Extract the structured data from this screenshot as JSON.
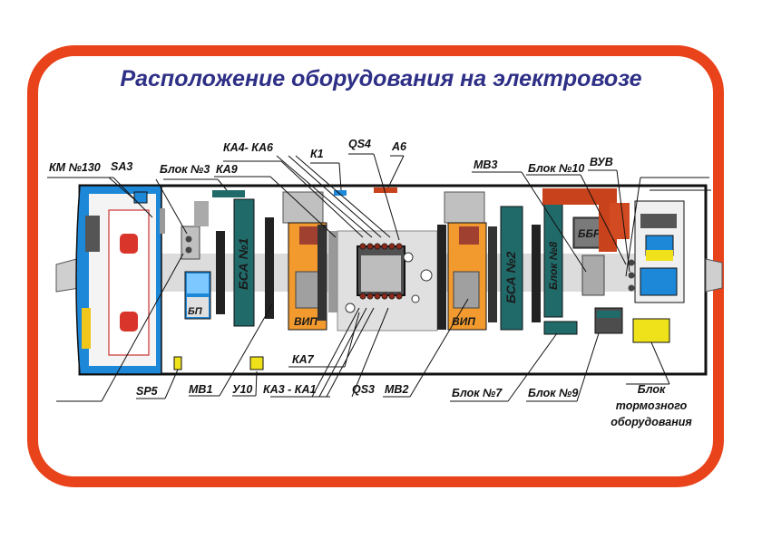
{
  "title": "Расположение оборудования на электровозе",
  "colors": {
    "frame": "#e8431a",
    "title": "#2e2f86",
    "cab": "#1e88d8",
    "bsa": "#206a6a",
    "vip": "#f29a2e",
    "yellow": "#f0e21a",
    "brown": "#c8421c"
  },
  "labels": {
    "km130": "КМ №130",
    "sa3": "SA3",
    "blok3": "Блок №3",
    "ka9": "КА9",
    "ka4_ka6": "КА4- КА6",
    "k1": "К1",
    "qs4": "QS4",
    "a6": "А6",
    "mv3": "МВ3",
    "blok10": "Блок №10",
    "vuv": "ВУВ",
    "sp5": "SP5",
    "mv1": "МВ1",
    "u10": "У10",
    "ka3_ka1": "КА3 - КА1",
    "qs3": "QS3",
    "mv2": "МВ2",
    "ka7": "КА7",
    "blok7": "Блок №7",
    "blok9": "Блок №9",
    "blok_torm_1": "Блок",
    "blok_torm_2": "тормозного",
    "blok_torm_3": "оборудования"
  },
  "inner_labels": {
    "bsa1": "БСА №1",
    "bsa2": "БСА №2",
    "blok8": "Блок №8",
    "bp": "БП",
    "vip_left": "ВИП",
    "vip_right": "ВИП",
    "bbr": "ББР"
  }
}
